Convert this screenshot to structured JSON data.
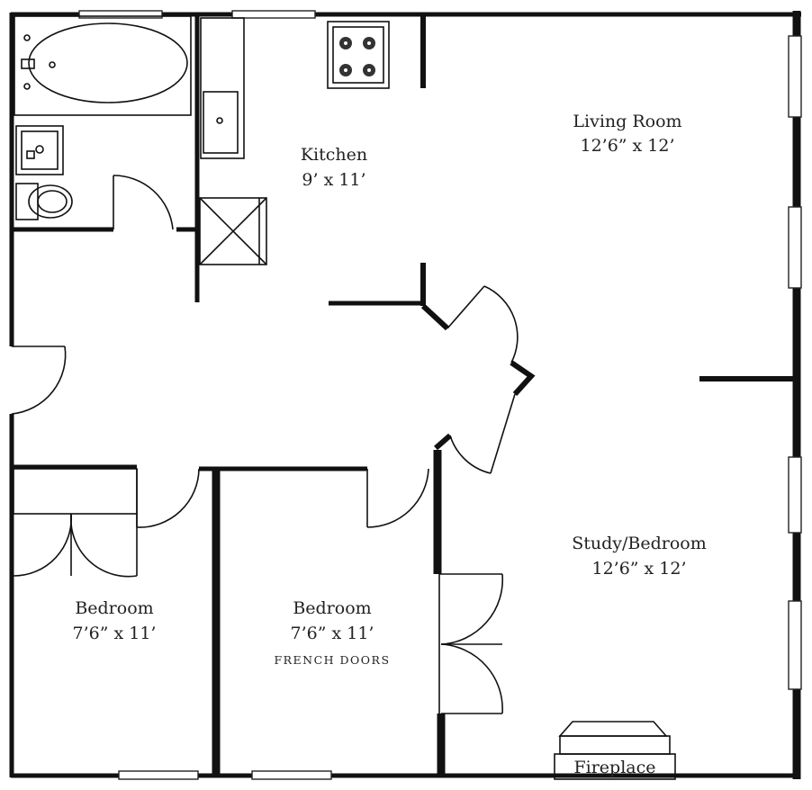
{
  "rooms": {
    "living_room": {
      "name": "Living Room",
      "size": "12’6” x 12’"
    },
    "kitchen": {
      "name": "Kitchen",
      "size": "9’ x 11’"
    },
    "study_bedroom": {
      "name": "Study/Bedroom",
      "size": "12’6” x 12’"
    },
    "bedroom_left": {
      "name": "Bedroom",
      "size": "7’6” x 11’"
    },
    "bedroom_middle": {
      "name": "Bedroom",
      "size": "7’6” x 11’",
      "note": "FRENCH DOORS"
    }
  },
  "fireplace": {
    "label": "Fireplace"
  },
  "colors": {
    "wall": "#111111",
    "background": "#ffffff",
    "text": "#222222"
  }
}
